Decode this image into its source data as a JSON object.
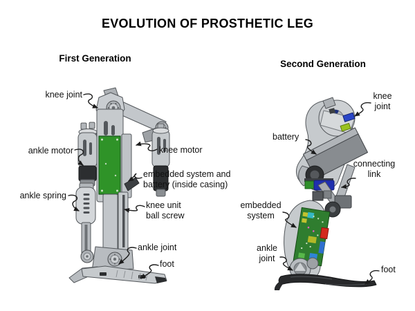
{
  "title": "EVOLUTION OF PROSTHETIC LEG",
  "gen1": {
    "heading": "First Generation",
    "labels": {
      "knee_joint": {
        "lines": [
          "knee joint"
        ]
      },
      "ankle_motor": {
        "lines": [
          "ankle motor"
        ]
      },
      "knee_motor": {
        "lines": [
          "knee motor"
        ]
      },
      "embedded_battery": {
        "lines": [
          "embedded system and",
          "battery (inside casing)"
        ]
      },
      "ankle_spring": {
        "lines": [
          "ankle spring"
        ]
      },
      "knee_unit": {
        "lines": [
          "knee unit",
          "ball screw"
        ]
      },
      "ankle_joint": {
        "lines": [
          "ankle joint"
        ]
      },
      "foot": {
        "lines": [
          "foot"
        ]
      }
    }
  },
  "gen2": {
    "heading": "Second Generation",
    "labels": {
      "knee_joint": {
        "lines": [
          "knee",
          "joint"
        ]
      },
      "battery": {
        "lines": [
          "battery"
        ]
      },
      "connecting_link": {
        "lines": [
          "connecting",
          "link"
        ]
      },
      "embedded_system": {
        "lines": [
          "embedded",
          "system"
        ]
      },
      "ankle_joint": {
        "lines": [
          "ankle",
          "joint"
        ]
      },
      "foot": {
        "lines": [
          "foot"
        ]
      }
    }
  },
  "colors": {
    "gen1_pcb_green": "#2f9328",
    "gen2_pcb_green": "#2f7d2f",
    "battery_gray": "#888c90",
    "carbon_black": "#28292b",
    "body_gray": "#c6cacd",
    "label_text": "#111111"
  }
}
